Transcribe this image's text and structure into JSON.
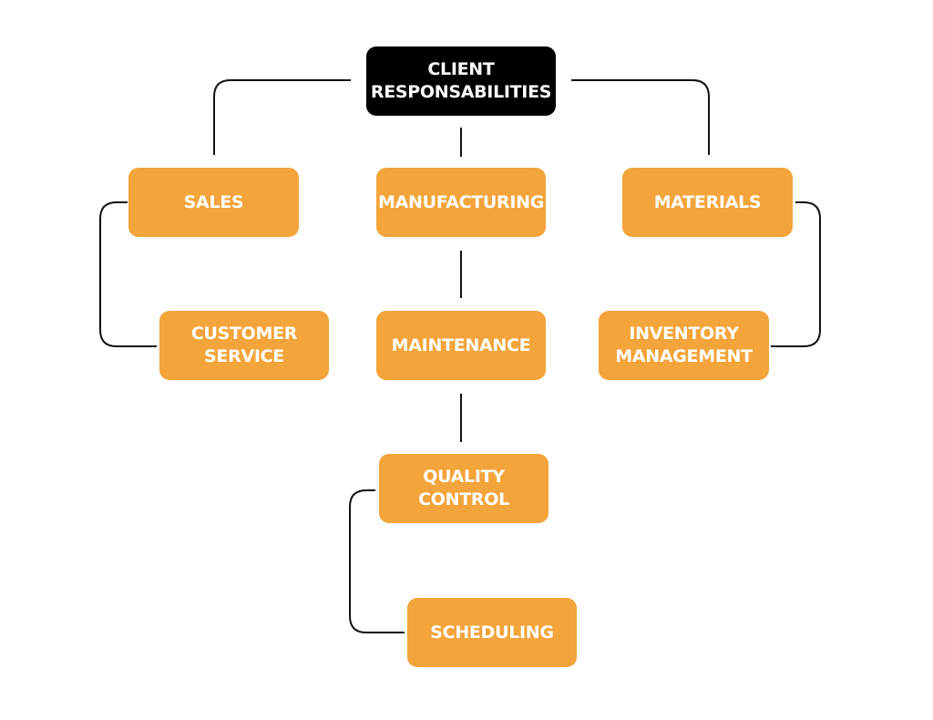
{
  "diagram": {
    "root": {
      "label": "CLIENT\nRESPONSABILITIES"
    },
    "nodes": {
      "sales": "SALES",
      "customer_service": "CUSTOMER\nSERVICE",
      "manufacturing": "MANUFACTURING",
      "maintenance": "MAINTENANCE",
      "quality_control": "QUALITY\nCONTROL",
      "scheduling": "SCHEDULING",
      "materials": "MATERIALS",
      "inventory_management": "INVENTORY\nMANAGEMENT"
    },
    "colors": {
      "root_fill": "#000000",
      "node_fill": "#f3a43b",
      "text": "#ffffff",
      "connector": "#111111"
    }
  }
}
